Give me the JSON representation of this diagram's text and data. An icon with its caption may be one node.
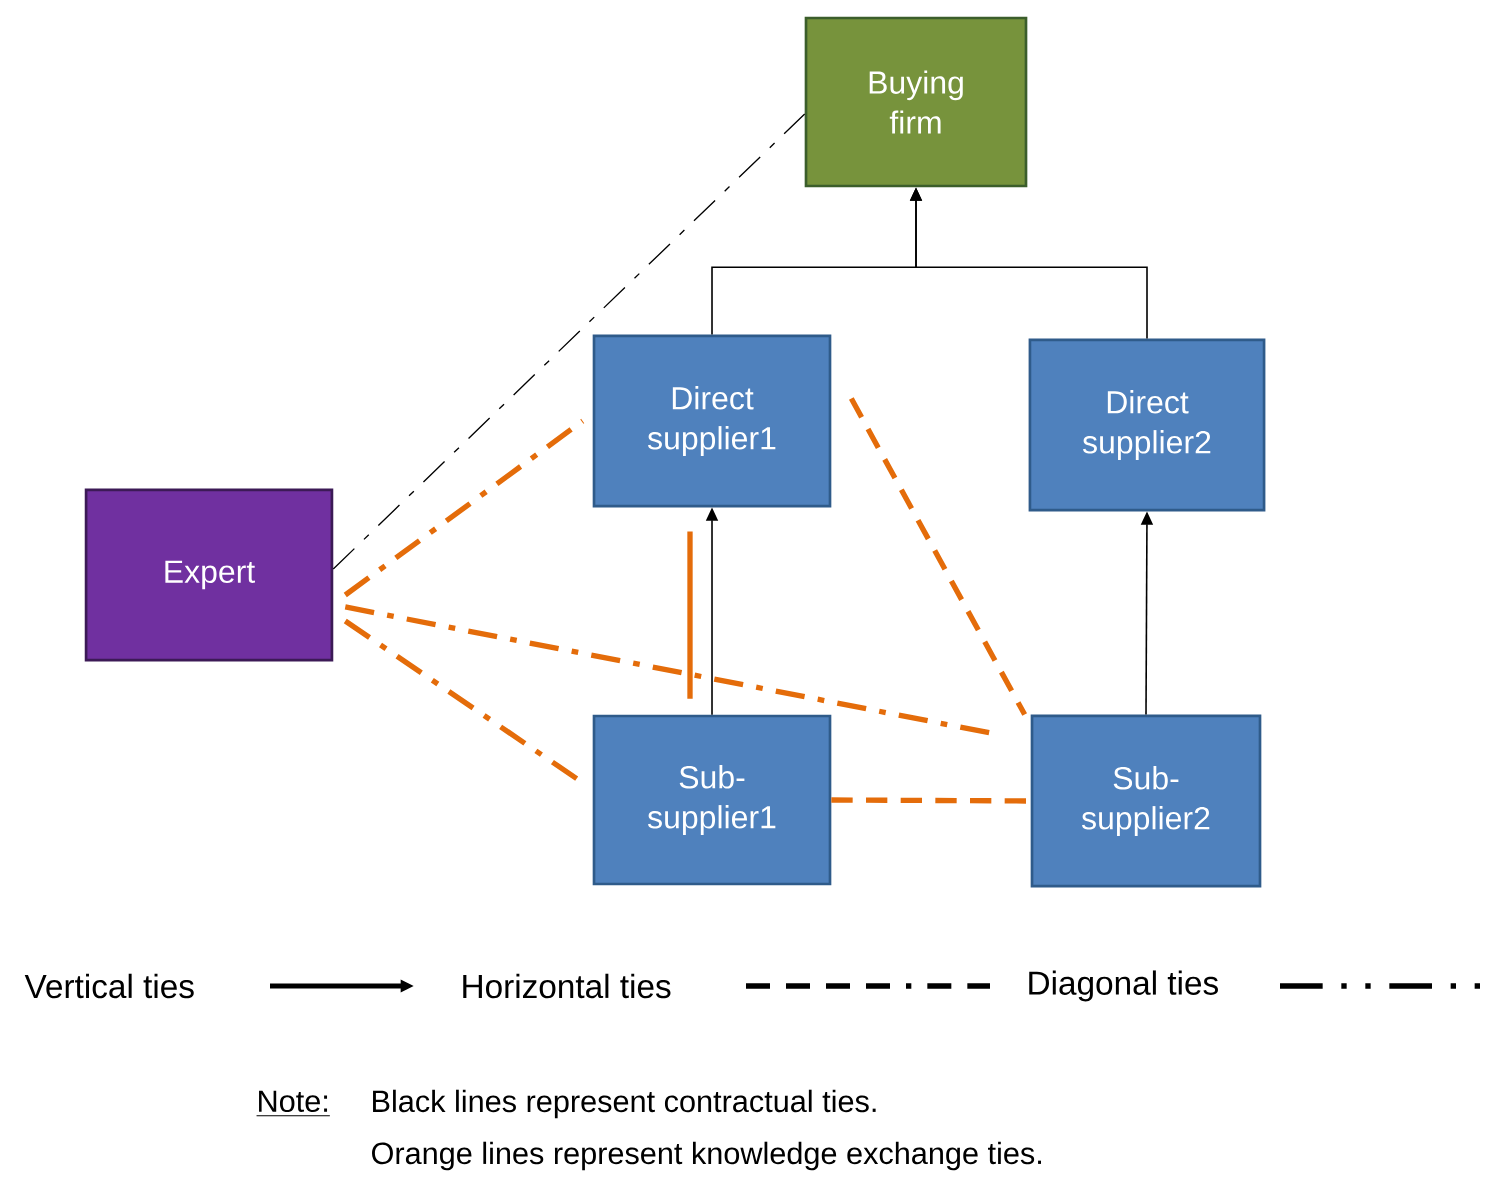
{
  "diagram": {
    "nodes": [
      {
        "text": [
          "Buying firm"
        ]
      },
      {
        "text": [
          "Direct supplier1"
        ]
      },
      {
        "text": [
          "Direct supplier2"
        ]
      },
      {
        "text": [
          "Expert"
        ]
      },
      {
        "text": [
          "Sub-supplier1"
        ]
      },
      {
        "text": [
          "Sub-supplier2"
        ]
      }
    ],
    "edges": [
      {
        "from": 1,
        "to": 0,
        "arrow": "to",
        "color": "#000000"
      },
      {
        "from": 2,
        "to": 0,
        "arrow": "to",
        "color": "#000000"
      },
      {
        "from": 4,
        "to": 1,
        "arrow": "to",
        "color": "#000000"
      },
      {
        "from": 5,
        "to": 2,
        "arrow": "to",
        "color": "#000000"
      },
      {
        "from": 3,
        "to": 0,
        "arrow": "none",
        "style": "dashed",
        "color": "#000000"
      },
      {
        "from": 3,
        "to": 1,
        "arrow": "none",
        "style": "dashed"
      },
      {
        "from": 3,
        "to": 5,
        "arrow": "none",
        "style": "dashed"
      },
      {
        "from": 3,
        "to": 4,
        "arrow": "none",
        "style": "dashed"
      },
      {
        "from": 4,
        "to": 1,
        "arrow": "none"
      },
      {
        "from": 1,
        "to": 5,
        "arrow": "none",
        "style": "dashed"
      },
      {
        "from": 4,
        "to": 5,
        "arrow": "none",
        "style": "dashed"
      }
    ],
    "labels": [
      "Note:",
      "Black lines represent contractual ties.",
      "Orange lines represent knowledge exchange ties."
    ],
    "legend": [
      {
        "text": "Vertical ties"
      },
      {
        "text": "Horizontal ties"
      },
      {
        "text": "Diagonal ties"
      }
    ]
  }
}
